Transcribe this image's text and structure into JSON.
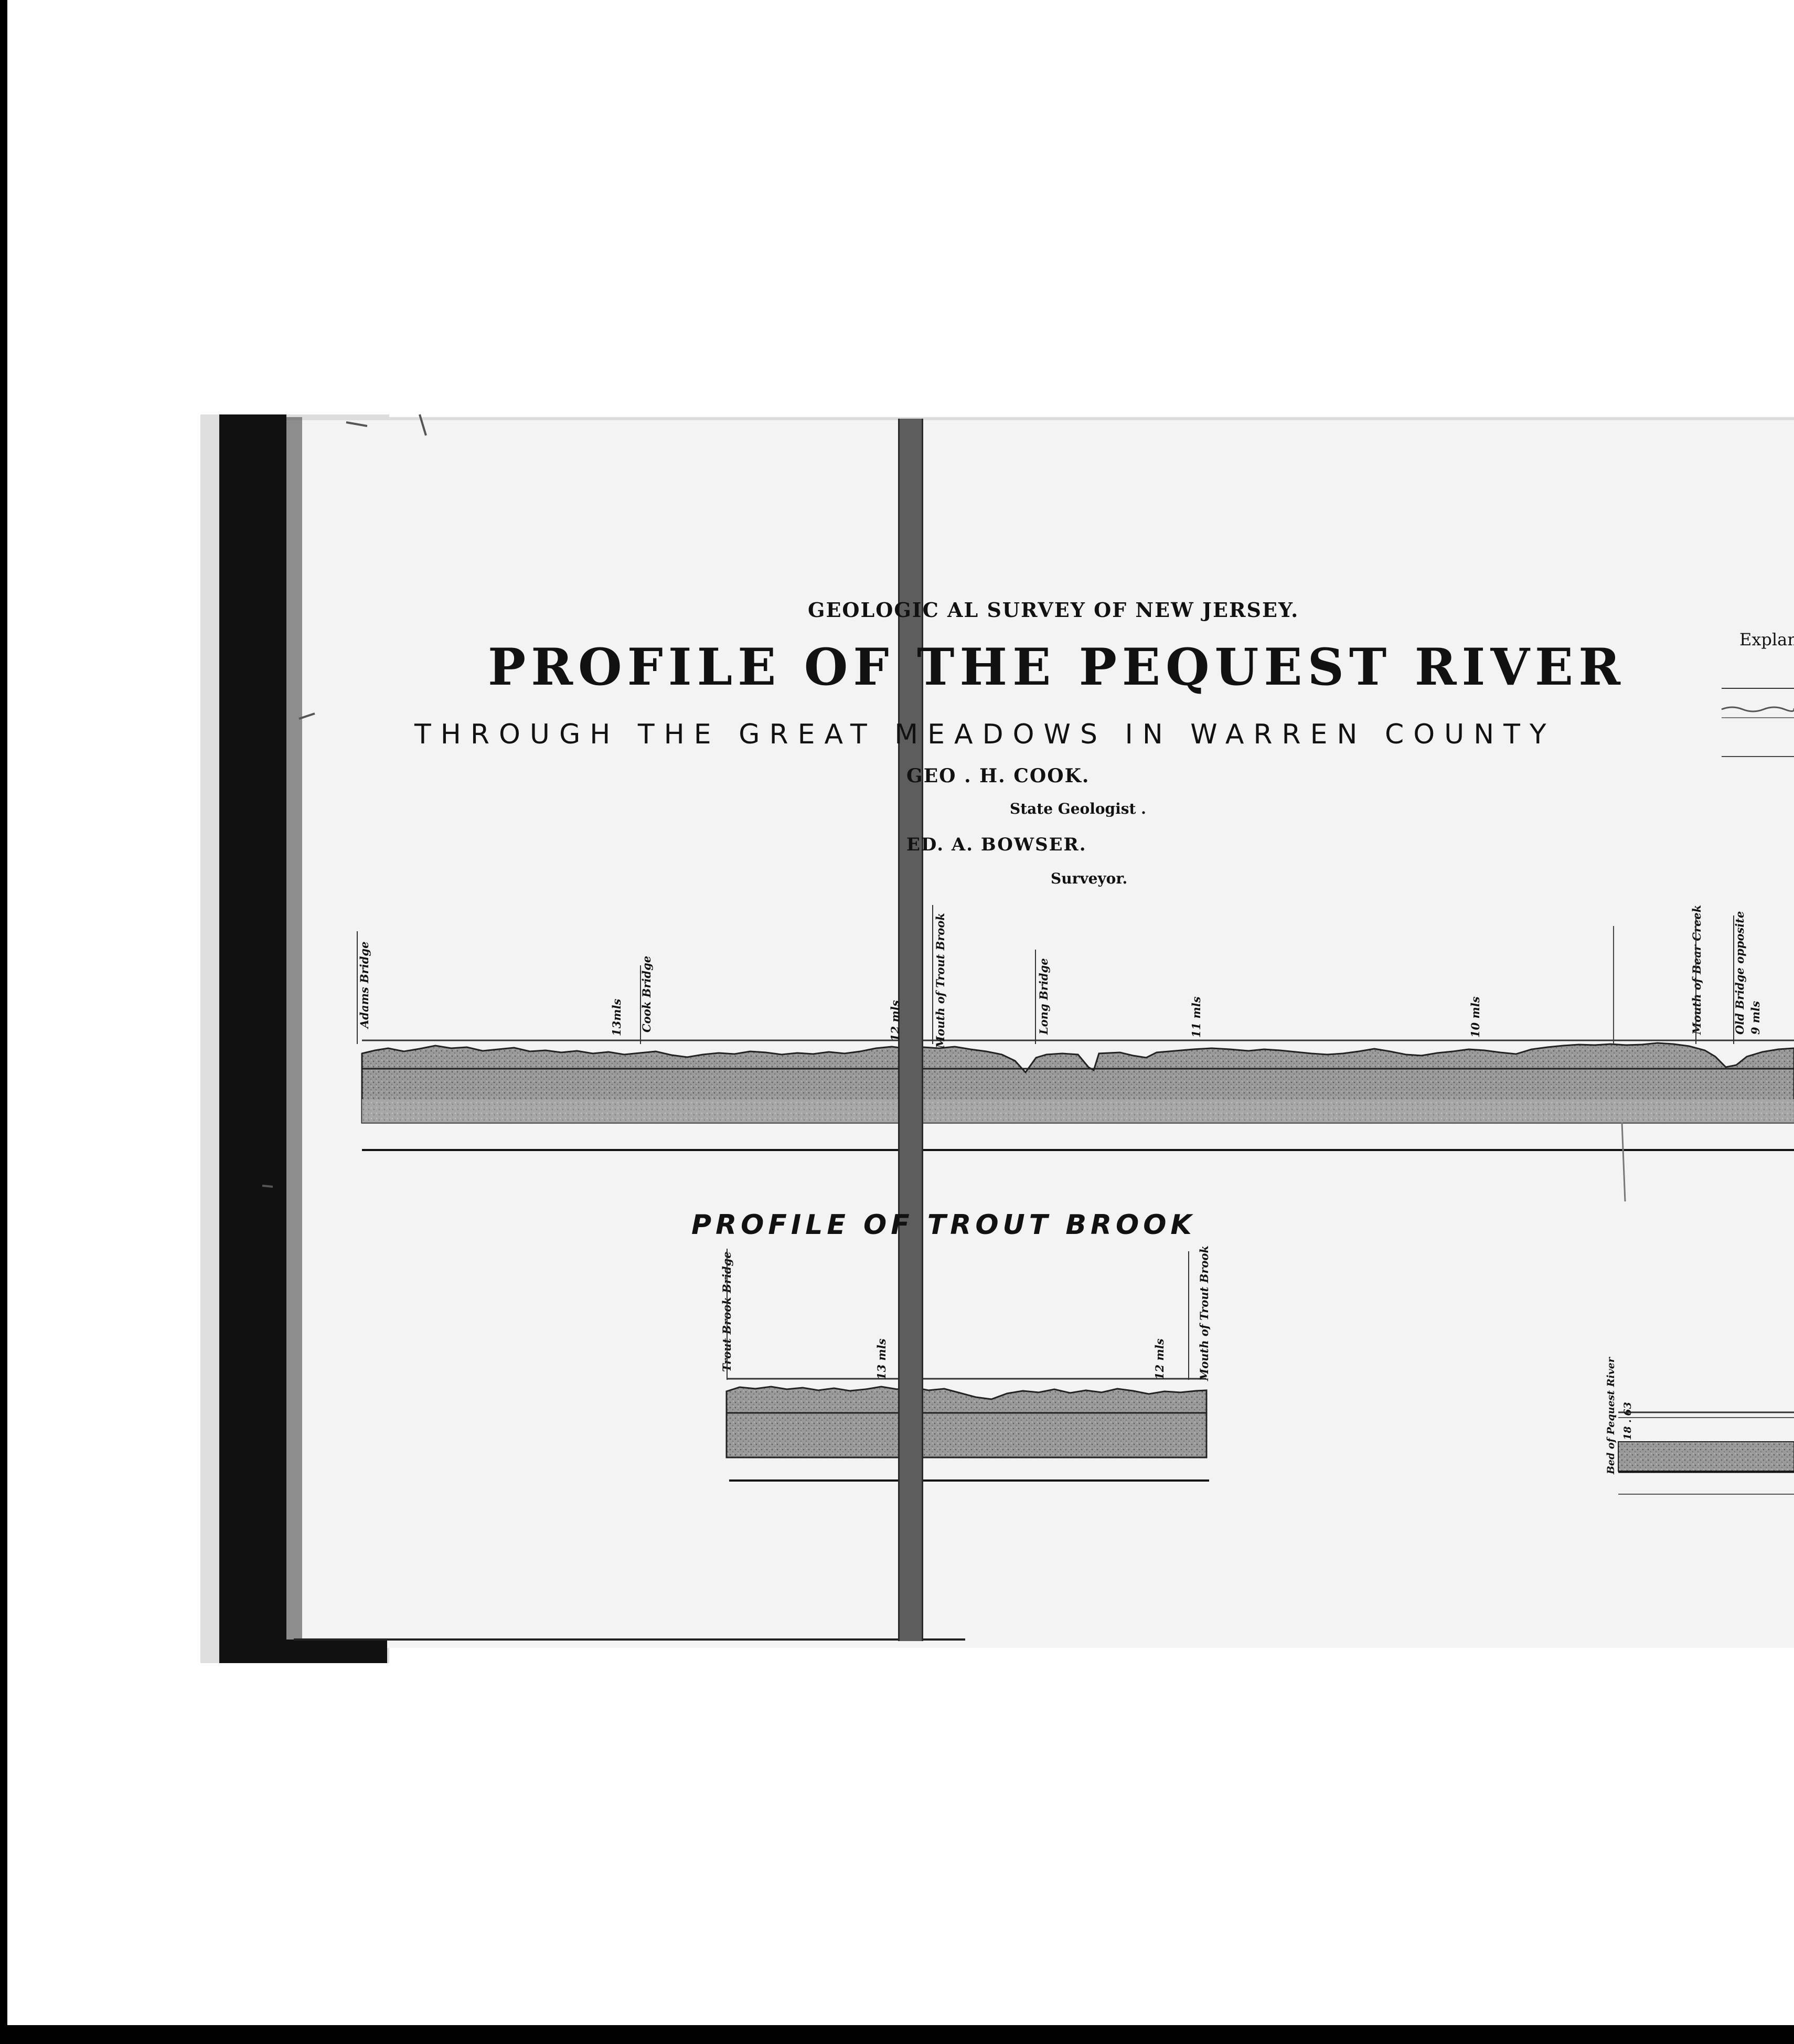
{
  "titles": {
    "survey": "GEOLOGIC AL SURVEY OF NEW JERSEY.",
    "main": "PROFILE OF THE PEQUEST RIVER",
    "subtitle": "THROUGH THE GREAT MEADOWS IN WARREN COUNTY",
    "explanation": "Explan"
  },
  "credits": {
    "geologist_name": "GEO . H. COOK.",
    "geologist_role": "State Geologist .",
    "surveyor_name": "ED. A. BOWSER.",
    "surveyor_role": "Surveyor."
  },
  "pequest_profile": {
    "labels": [
      "Adams Bridge",
      "13mls",
      "Cook Bridge",
      "12 mls",
      "Mouth of Trout Brook",
      "Long Bridge",
      "11 mls",
      "10 mls",
      "Mouth of Bear Creek",
      "Old Bridge opposite",
      "9 mls"
    ]
  },
  "trout_profile": {
    "title": "PROFILE OF TROUT BROOK",
    "labels": [
      "Trout Brook Bridge",
      "13 mls",
      "12 mls",
      "Mouth of Trout Brook"
    ]
  },
  "inset_profile": {
    "labels": [
      "Bed of Pequest River",
      "18 . 63"
    ]
  },
  "colors": {
    "ink": "#111111",
    "fill": "#8a8a8a",
    "tape": "#5d5d5d"
  }
}
